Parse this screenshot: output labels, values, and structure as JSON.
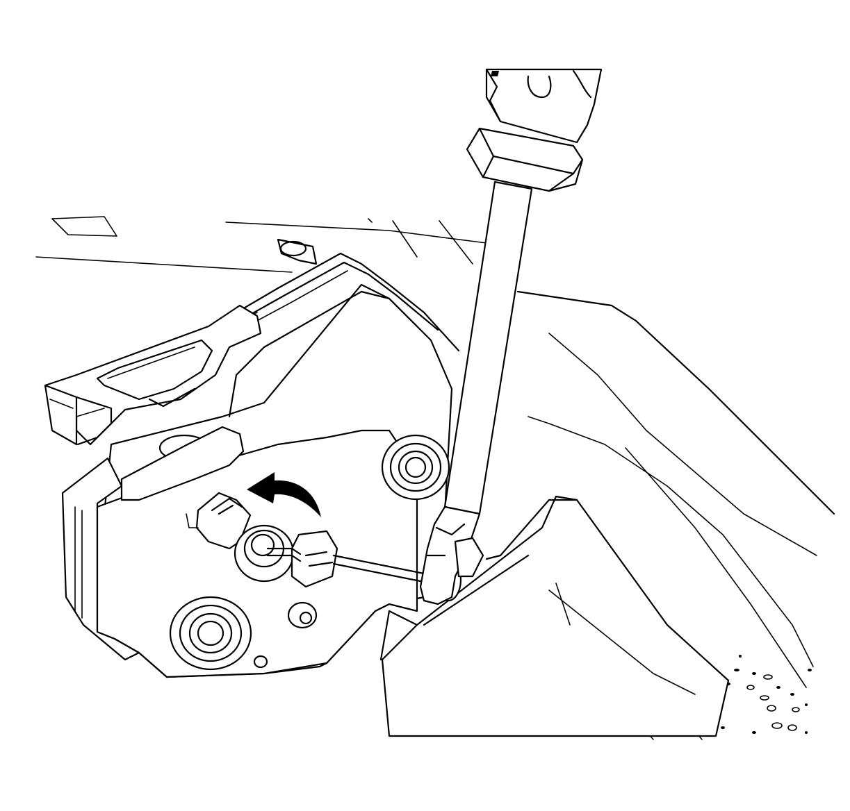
{
  "figure": {
    "background_color": "#ffffff",
    "line_color": "#000000",
    "components": [
      "hood-latch-assembly",
      "electrical-connector",
      "latch-release-cable",
      "cable-end-fitting",
      "flat-blade-screwdriver",
      "rotation-direction-arrow",
      "mounting-bolt-holes",
      "vehicle-body-panel"
    ]
  }
}
